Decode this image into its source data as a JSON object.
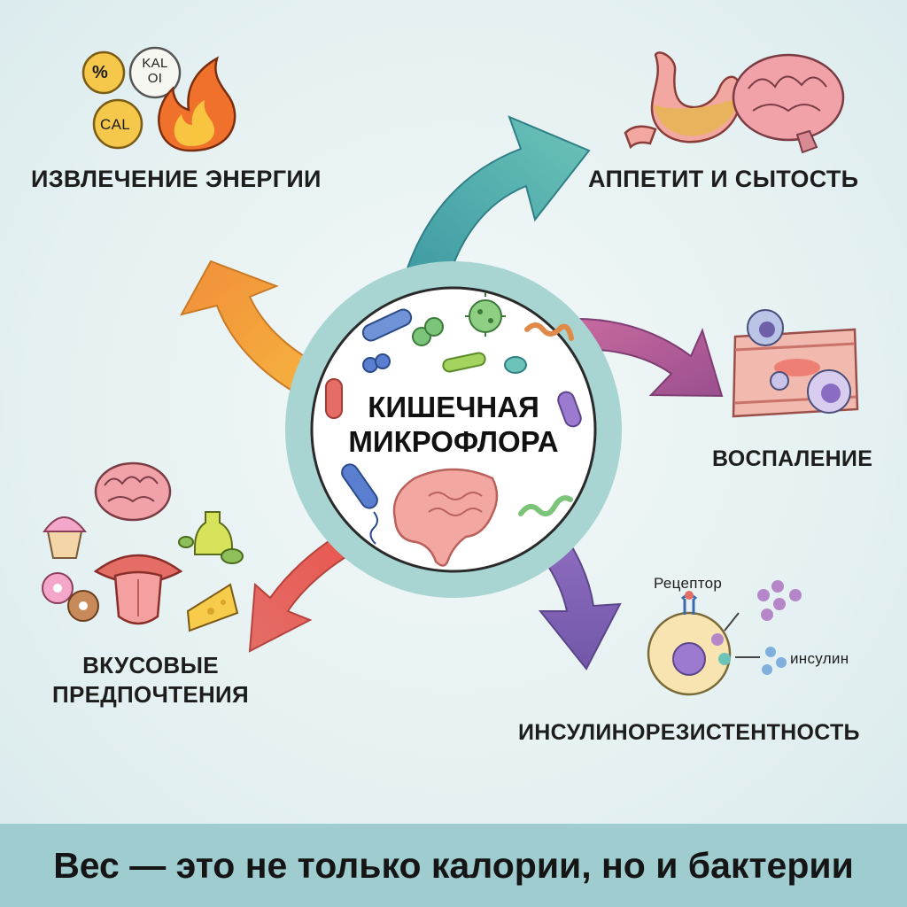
{
  "center": {
    "line1": "КИШЕЧНАЯ",
    "line2": "МИКРОФЛОРА"
  },
  "effects": {
    "energy": "ИЗВЛЕЧЕНИЕ ЭНЕРГИИ",
    "appetite": "АППЕТИТ И СЫТОСТЬ",
    "inflammation": "ВОСПАЛЕНИЕ",
    "taste_line1": "ВКУСОВЫЕ",
    "taste_line2": "ПРЕДПОЧТЕНИЯ",
    "insulin_resistance": "ИНСУЛИНОРЕЗИСТЕНТНОСТЬ"
  },
  "energy_icons": {
    "percent": "%",
    "kal_line1": "KAL",
    "kal_line2": "OI",
    "cal": "CAL"
  },
  "cell_labels": {
    "receptor": "Рецептор",
    "insulin": "инсулин"
  },
  "footer": {
    "text": "Вес — это не только калории, но и бактерии"
  },
  "colors": {
    "arrow_teal": "#4fb0b0",
    "arrow_orange": "#f2a63c",
    "arrow_magenta": "#b5578f",
    "arrow_red": "#e45a52",
    "arrow_purple": "#8463b3",
    "ring": "#a8d4d2",
    "footer_band": "#9fcccf"
  }
}
